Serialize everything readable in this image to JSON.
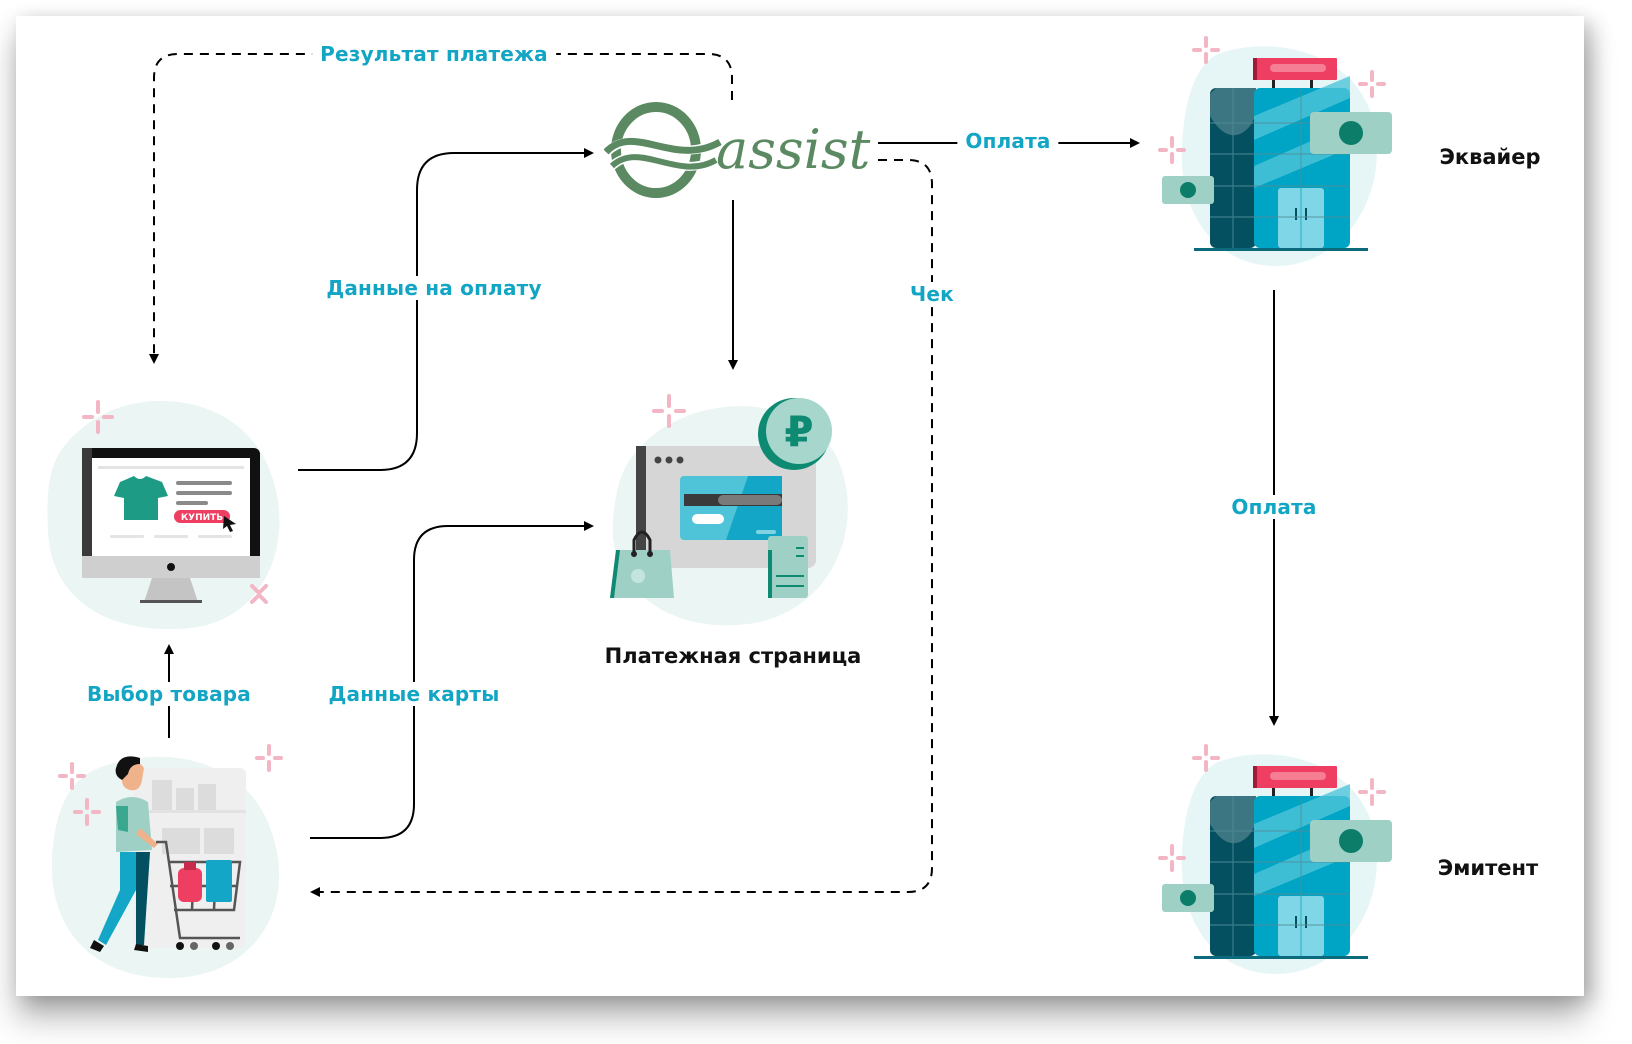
{
  "diagram": {
    "logo": {
      "text": "assist",
      "color": "#5b8a62"
    },
    "nodes": {
      "acquirer": {
        "label": "Эквайер"
      },
      "issuer": {
        "label": "Эмитент"
      },
      "payment_page": {
        "label": "Платежная страница"
      },
      "shop_button": {
        "label": "КУПИТЬ"
      },
      "currency_symbol": "₽"
    },
    "edges": {
      "payment_result": "Результат платежа",
      "payment_data": "Данные на оплату",
      "payment_to_acquirer": "Оплата",
      "receipt": "Чек",
      "payment_to_issuer": "Оплата",
      "product_selection": "Выбор товара",
      "card_data": "Данные карты"
    },
    "colors": {
      "label": "#12a5c4",
      "line": "#000000",
      "blob": "#e9f5f5",
      "accent_red": "#ee3e62",
      "teal": "#00a4c4"
    }
  }
}
